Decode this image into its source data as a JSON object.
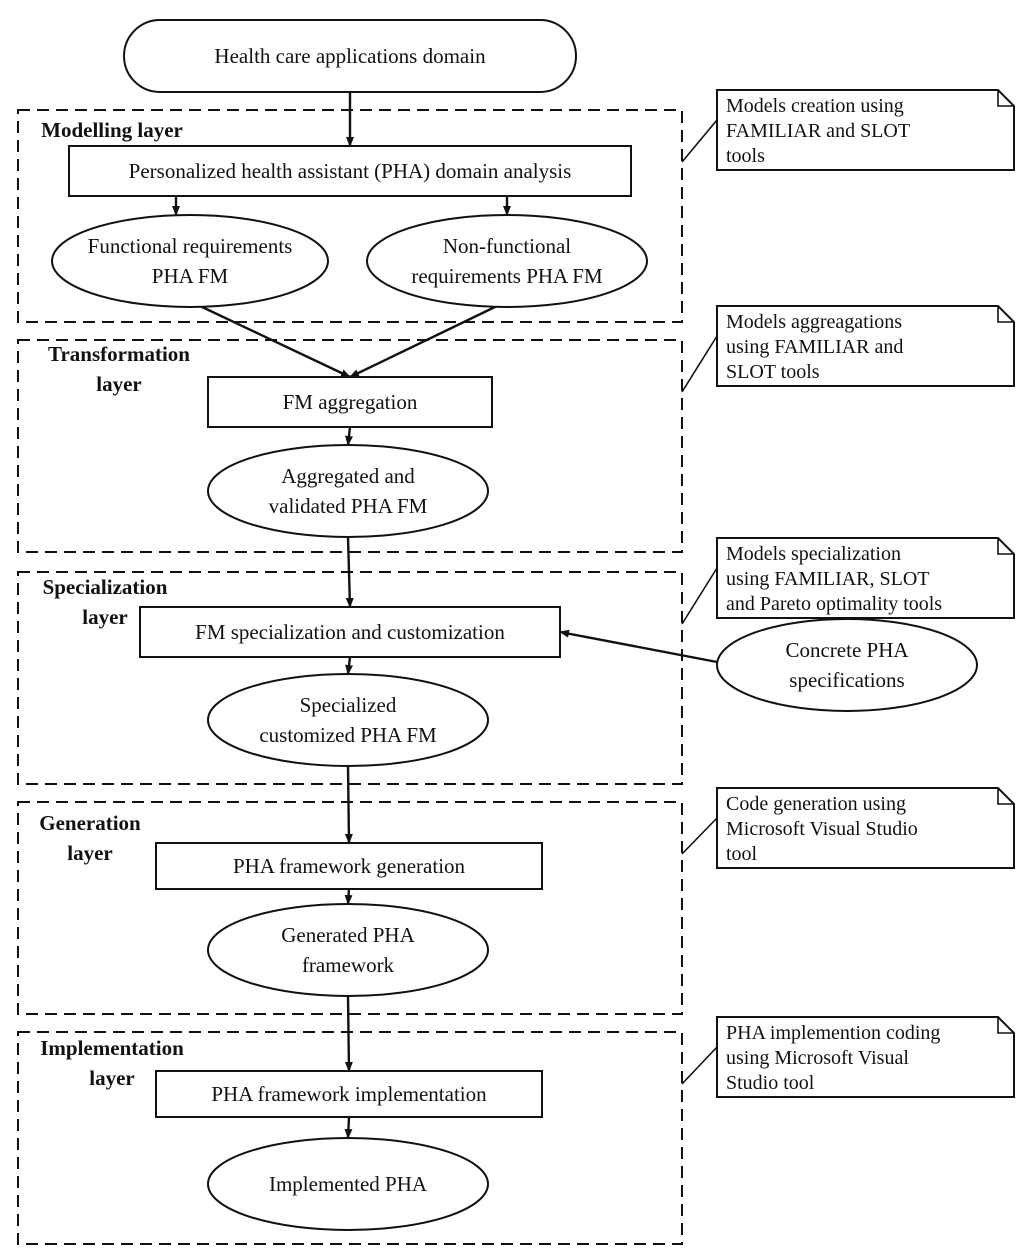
{
  "start": {
    "label": "Health care applications domain"
  },
  "layers": [
    {
      "id": "modelling",
      "title_lines": [
        "Modelling layer"
      ],
      "note_lines": [
        "Models creation using",
        "FAMILIAR and SLOT",
        "tools"
      ],
      "nodes": [
        {
          "id": "pha-domain-analysis",
          "shape": "rect",
          "lines": [
            "Personalized health assistant (PHA) domain analysis"
          ]
        },
        {
          "id": "functional-req-fm",
          "shape": "ellipse",
          "lines": [
            "Functional requirements",
            "PHA FM"
          ]
        },
        {
          "id": "nonfunctional-req-fm",
          "shape": "ellipse",
          "lines": [
            "Non-functional",
            "requirements PHA FM"
          ]
        }
      ]
    },
    {
      "id": "transformation",
      "title_lines": [
        "Transformation",
        "layer"
      ],
      "note_lines": [
        "Models aggreagations",
        "using FAMILIAR and",
        "SLOT tools"
      ],
      "nodes": [
        {
          "id": "fm-aggregation",
          "shape": "rect",
          "lines": [
            "FM aggregation"
          ]
        },
        {
          "id": "aggregated-validated-fm",
          "shape": "ellipse",
          "lines": [
            "Aggregated  and",
            "validated PHA FM"
          ]
        }
      ]
    },
    {
      "id": "specialization",
      "title_lines": [
        "Specialization",
        "layer"
      ],
      "note_lines": [
        "Models specialization",
        "using FAMILIAR, SLOT",
        "and Pareto optimality tools"
      ],
      "nodes": [
        {
          "id": "fm-specialization",
          "shape": "rect",
          "lines": [
            "FM specialization and customization"
          ]
        },
        {
          "id": "specialized-customized-fm",
          "shape": "ellipse",
          "lines": [
            "Specialized",
            "customized PHA FM"
          ]
        }
      ]
    },
    {
      "id": "generation",
      "title_lines": [
        "Generation",
        "layer"
      ],
      "note_lines": [
        "Code generation using",
        "Microsoft Visual Studio",
        "tool"
      ],
      "nodes": [
        {
          "id": "pha-framework-generation",
          "shape": "rect",
          "lines": [
            "PHA framework generation"
          ]
        },
        {
          "id": "generated-pha-framework",
          "shape": "ellipse",
          "lines": [
            "Generated PHA",
            "framework"
          ]
        }
      ]
    },
    {
      "id": "implementation",
      "title_lines": [
        "Implementation",
        "layer"
      ],
      "note_lines": [
        "PHA implemention coding",
        "using Microsoft Visual",
        "Studio tool"
      ],
      "nodes": [
        {
          "id": "pha-framework-implementation",
          "shape": "rect",
          "lines": [
            "PHA framework implementation"
          ]
        },
        {
          "id": "implemented-pha",
          "shape": "ellipse",
          "lines": [
            "Implemented PHA"
          ]
        }
      ]
    }
  ],
  "external_input": {
    "id": "concrete-pha-specifications",
    "shape": "ellipse",
    "lines": [
      "Concrete PHA",
      "specifications"
    ]
  },
  "edges": [
    [
      "start",
      "pha-domain-analysis"
    ],
    [
      "pha-domain-analysis",
      "functional-req-fm"
    ],
    [
      "pha-domain-analysis",
      "nonfunctional-req-fm"
    ],
    [
      "functional-req-fm",
      "fm-aggregation"
    ],
    [
      "nonfunctional-req-fm",
      "fm-aggregation"
    ],
    [
      "fm-aggregation",
      "aggregated-validated-fm"
    ],
    [
      "aggregated-validated-fm",
      "fm-specialization"
    ],
    [
      "concrete-pha-specifications",
      "fm-specialization"
    ],
    [
      "fm-specialization",
      "specialized-customized-fm"
    ],
    [
      "specialized-customized-fm",
      "pha-framework-generation"
    ],
    [
      "pha-framework-generation",
      "generated-pha-framework"
    ],
    [
      "generated-pha-framework",
      "pha-framework-implementation"
    ],
    [
      "pha-framework-implementation",
      "implemented-pha"
    ]
  ]
}
